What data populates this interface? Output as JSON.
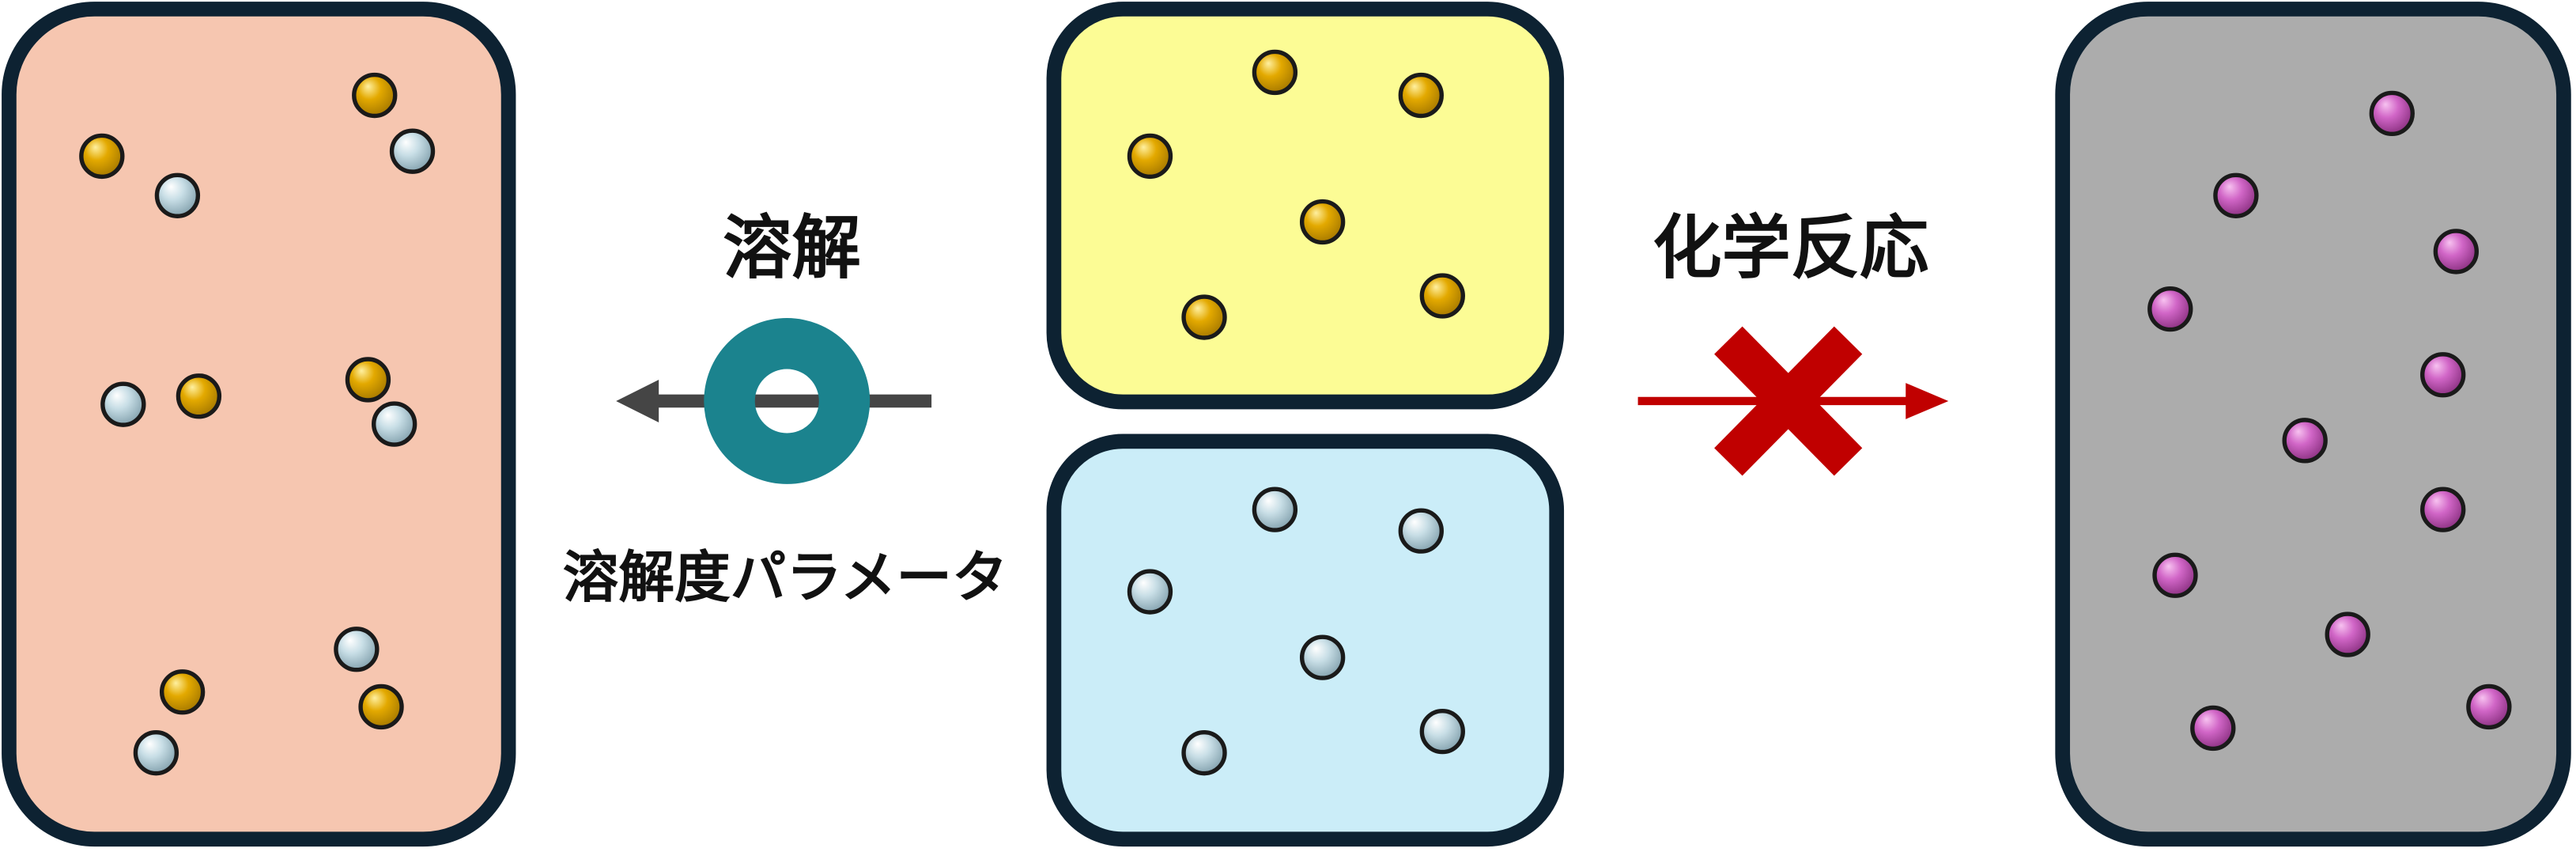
{
  "labels": {
    "dissolution": "溶解",
    "solubility_parameter": "溶解度パラメータ",
    "chemical_reaction": "化学反応"
  },
  "icons": {
    "ring": "ring-icon",
    "cross": "cross-icon"
  },
  "colors": {
    "border": "#0d2232",
    "left_fill": "#f6c6b0",
    "top_fill": "#fcfc95",
    "bottom_fill": "#cbedf8",
    "right_fill": "#acacac",
    "gold": "#e3a900",
    "silver": "#c8dee6",
    "purple": "#d166c7",
    "particle_outline": "#1a1a1a",
    "dissolution_arrow": "#454545",
    "ring": "#1b838e",
    "reaction_arrow": "#c00000",
    "cross": "#c00000",
    "text": "#111111"
  }
}
